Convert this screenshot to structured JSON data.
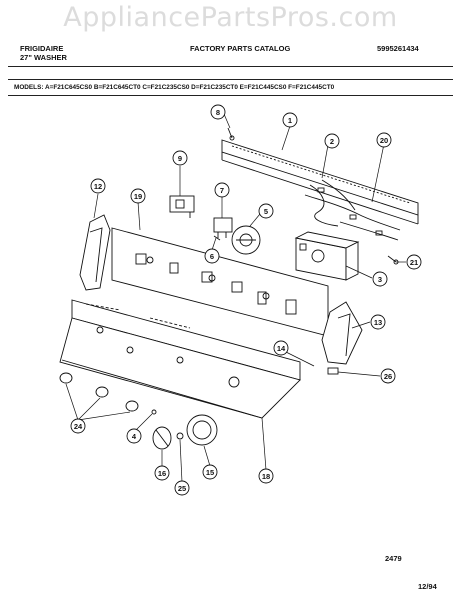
{
  "watermark": "AppliancePartsPros.com",
  "header": {
    "brand": "FRIGIDAIRE",
    "product": "27\" WASHER",
    "catalog": "FACTORY PARTS CATALOG",
    "part_number": "5995261434"
  },
  "models_line": "MODELS: A=F21C645CS0  B=F21C645CT0  C=F21C235CS0  D=F21C235CT0  E=F21C445CS0  F=F21C445CT0",
  "callouts": [
    "1",
    "2",
    "4",
    "6",
    "7",
    "8",
    "9",
    "12",
    "13",
    "14",
    "15",
    "16",
    "18",
    "19",
    "20",
    "21",
    "24",
    "25",
    "26",
    "3",
    "5"
  ],
  "footer": {
    "drawing_number": "2479",
    "date": "12/94"
  },
  "colors": {
    "ink": "#111111",
    "watermark": "#dcdcdc"
  }
}
